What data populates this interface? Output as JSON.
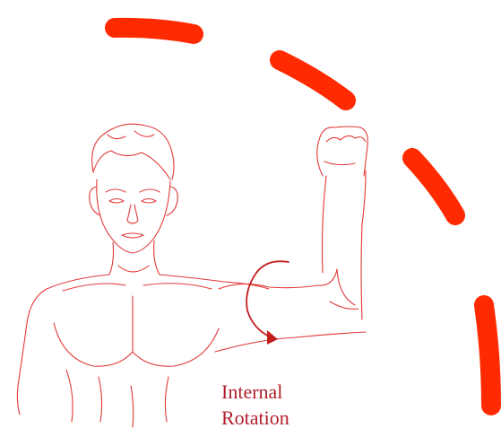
{
  "figure": {
    "caption_line1": "Internal",
    "caption_line2": "Rotation",
    "colors": {
      "sketch": "#e23a3a",
      "caption": "#b01e2a",
      "rotation_arrow": "#c21e1e",
      "dashed_arc": "#ff2a00",
      "background": "#ffffff"
    },
    "icons": {
      "rotation_arrow": "curved-rotation-arrow-icon",
      "dashed_arc": "dashed-arc-path"
    }
  }
}
